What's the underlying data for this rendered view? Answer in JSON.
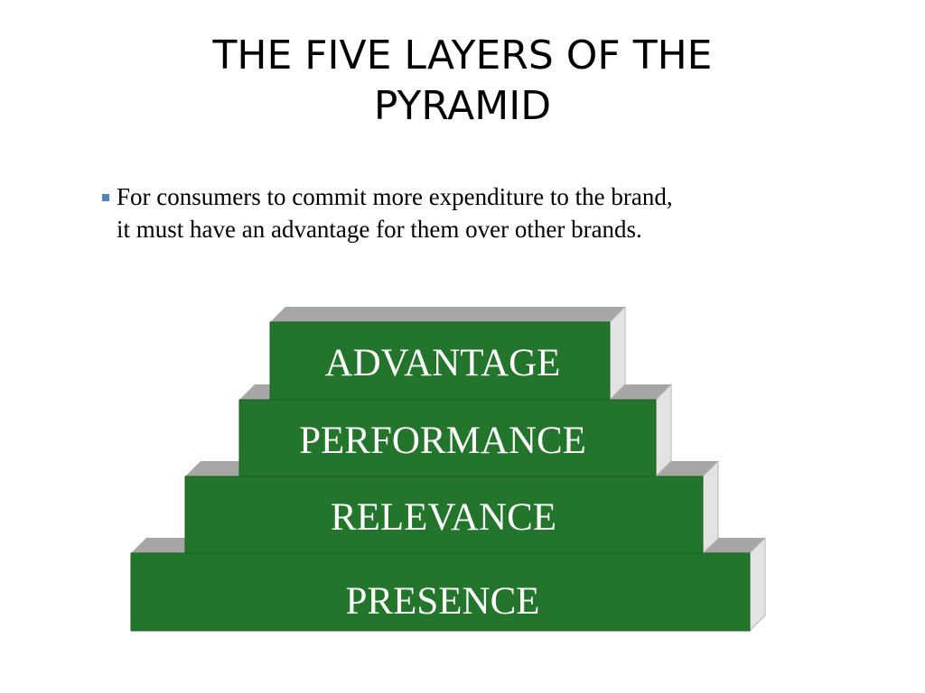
{
  "slide": {
    "title_line1": "THE FIVE LAYERS OF THE",
    "title_line2": "PYRAMID",
    "bullet_line1": "For consumers to commit more expenditure to the brand,",
    "bullet_line2": "it must have an advantage for them over other brands."
  },
  "pyramid": {
    "layers": [
      {
        "label": "ADVANTAGE"
      },
      {
        "label": "PERFORMANCE"
      },
      {
        "label": "RELEVANCE"
      },
      {
        "label": "PRESENCE"
      }
    ]
  },
  "colors": {
    "front": "#24752c",
    "top": "#a6a6a6",
    "side": "#e3e3e3",
    "bullet": "#4f81bd"
  }
}
